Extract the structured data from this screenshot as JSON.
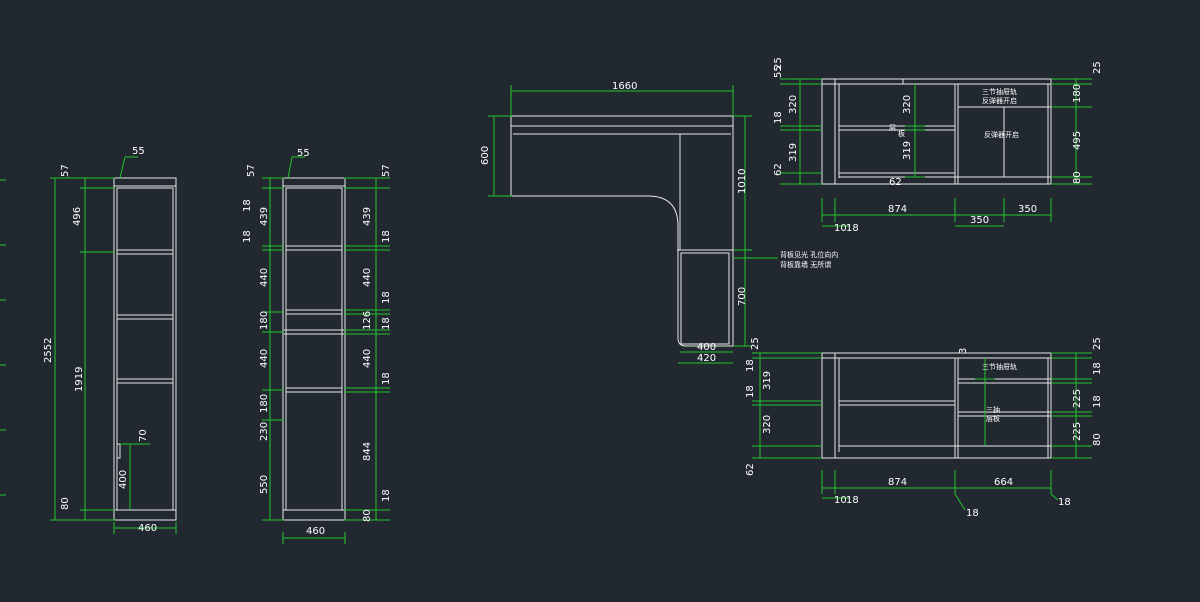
{
  "colors": {
    "background": "#212830",
    "outline": "#e8e8e8",
    "dimension": "#22c42a",
    "text": "#ffffff"
  },
  "cabinet_a": {
    "top_small": "55",
    "d57": "57",
    "d496": "496",
    "total": "2552",
    "d1919": "1919",
    "d70": "70",
    "d400": "400",
    "d80": "80",
    "width": "460"
  },
  "cabinet_b": {
    "top_small": "55",
    "l57": "57",
    "l18a": "18",
    "l439": "439",
    "l18b": "18",
    "l440a": "440",
    "l180a": "180",
    "l440b": "440",
    "l180b": "180",
    "l230": "230",
    "l550": "550",
    "r57": "57",
    "r439": "439",
    "r18a": "18",
    "r440": "440",
    "r18b": "18",
    "r126": "126",
    "r18c": "18",
    "r440b": "440",
    "r18d": "18",
    "r844": "844",
    "r18e": "18",
    "r80": "80",
    "width": "460"
  },
  "desk_plan": {
    "top": "1660",
    "left": "600",
    "right": "1010",
    "lower": "700",
    "bottom_inner": "400",
    "bottom": "420",
    "small": "25",
    "note_line1": "背板见光  孔位向内",
    "note_line2": "背板靠墙  无所谓"
  },
  "elev_top": {
    "l55": "55",
    "l25": "25",
    "l320": "320",
    "l18": "18",
    "l319": "319",
    "l62": "62",
    "in320": "320",
    "in319": "319",
    "in62": "62",
    "w874": "874",
    "w350a": "350",
    "w350b": "350",
    "b1": "10",
    "b2": "18",
    "r25": "25",
    "r180": "180",
    "r495": "495",
    "r80": "80",
    "label1": "三节抽屉轨",
    "label2": "反弹器开启",
    "label3": "反弹器开启",
    "side_a": "层",
    "side_b": "板"
  },
  "elev_bottom": {
    "l18a": "18",
    "l319": "319",
    "l18b": "18",
    "l320": "320",
    "l62": "62",
    "s3": "3",
    "w874": "874",
    "w664": "664",
    "b1": "10",
    "b2": "18",
    "b18a": "18",
    "b18b": "18",
    "r25": "25",
    "r18a": "18",
    "r225a": "225",
    "r18b": "18",
    "r225b": "225",
    "r80": "80",
    "label1": "三节抽屉轨",
    "label2": "三抽",
    "label3": "层板"
  }
}
